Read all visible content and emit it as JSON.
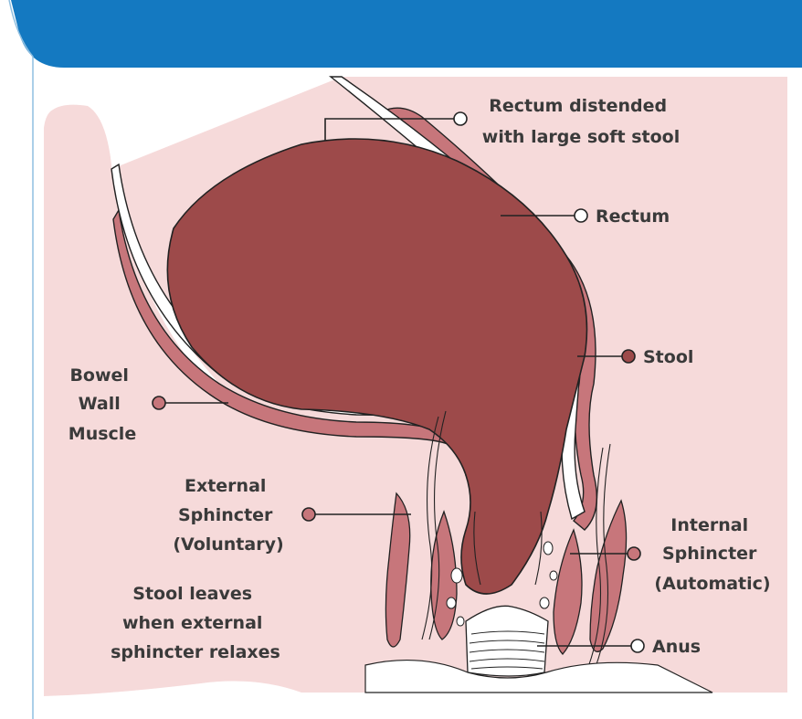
{
  "colors": {
    "header_blue": "#1479c1",
    "background_pink": "#f6dada",
    "stool": "#9d4a4a",
    "muscle": "#c7767b",
    "wall_white": "#ffffff",
    "outline": "#222222",
    "label_text": "#3a3a3a"
  },
  "labels": {
    "rectum_distended": [
      "Rectum distended",
      "with large soft stool"
    ],
    "rectum": "Rectum",
    "stool": "Stool",
    "bowel_wall_muscle": [
      "Bowel",
      "Wall",
      "Muscle"
    ],
    "external_sphincter": [
      "External",
      "Sphincter",
      "(Voluntary)"
    ],
    "internal_sphincter": [
      "Internal",
      "Sphincter",
      "(Automatic)"
    ],
    "anus": "Anus",
    "stool_leaves": [
      "Stool leaves",
      "when external",
      "sphincter relaxes"
    ]
  }
}
